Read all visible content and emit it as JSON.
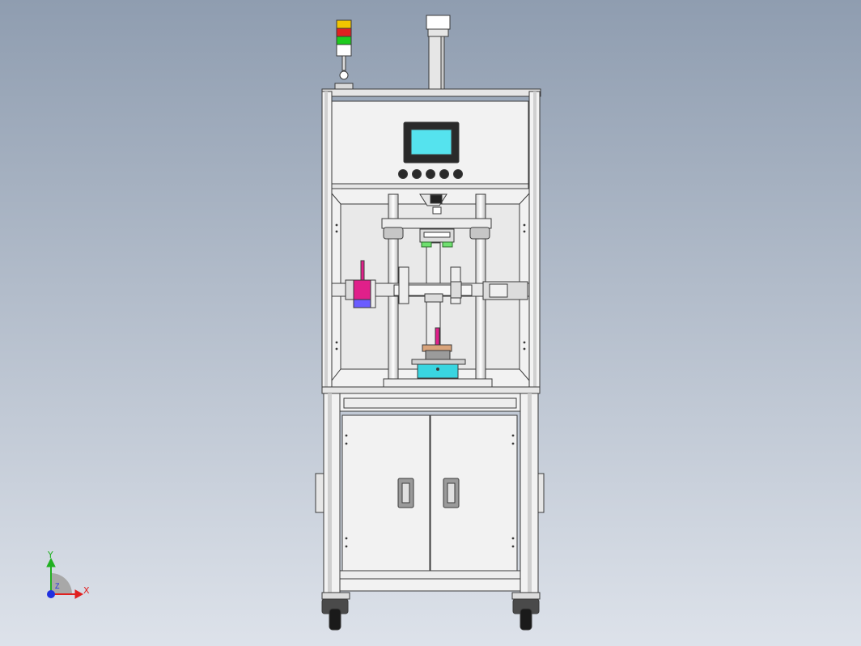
{
  "scene": {
    "background_top": "#8f9db0",
    "background_bottom": "#dde2ea",
    "frame_color": "#f2f2f2",
    "outline_color": "#3a3a3a"
  },
  "signal_tower": {
    "colors": [
      "#f2c500",
      "#e02020",
      "#1ecb1e",
      "#ffffff"
    ]
  },
  "hmi": {
    "screen_color": "#55e3ee",
    "bezel_color": "#2a2a2a",
    "button_count": 5
  },
  "parts": {
    "magenta_color": "#e0208a",
    "violet_color": "#6a5cff",
    "cyan_color": "#39d5e0",
    "green_color": "#6fe06f",
    "tan_color": "#d9a37a"
  },
  "axis_triad": {
    "x_label": "X",
    "y_label": "Y",
    "z_label": "Z",
    "x_color": "#e02020",
    "y_color": "#20b020",
    "z_color": "#2030e0"
  }
}
